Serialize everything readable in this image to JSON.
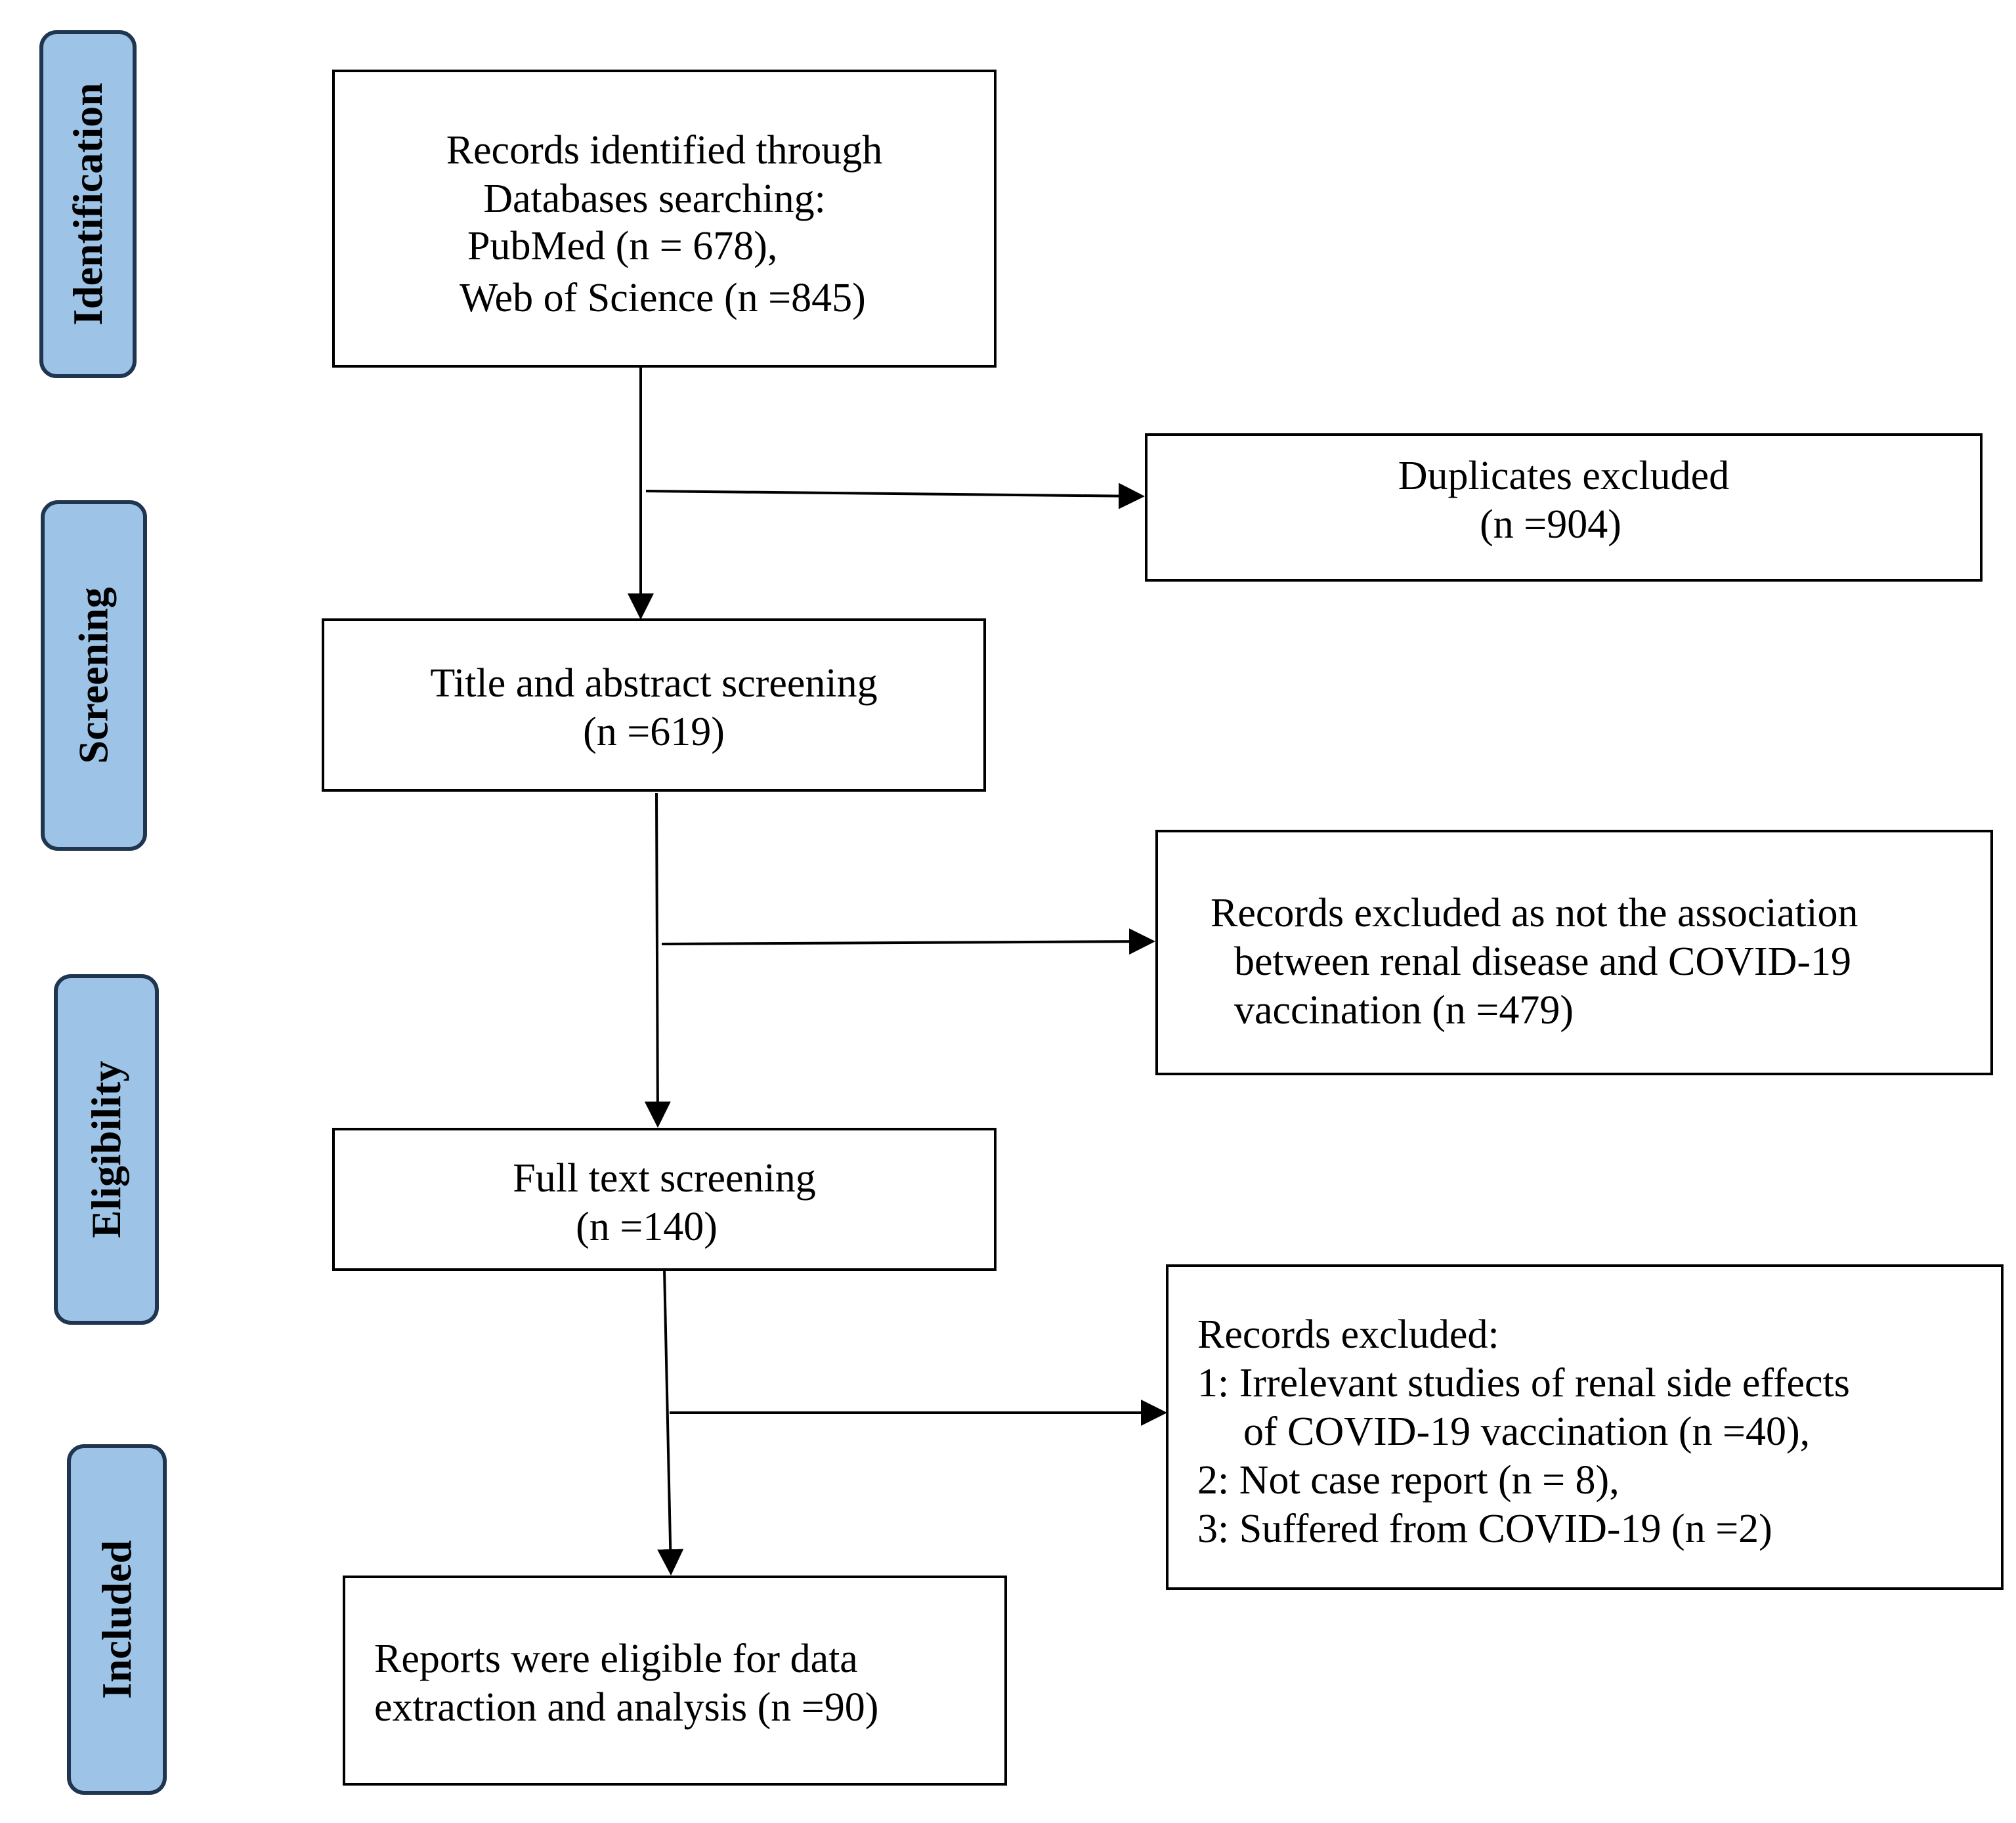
{
  "stages": [
    {
      "id": "identification",
      "label": "Identification"
    },
    {
      "id": "screening",
      "label": "Screening"
    },
    {
      "id": "eligibility",
      "label": "Eligibility"
    },
    {
      "id": "included",
      "label": "Included"
    }
  ],
  "boxes": {
    "records_identified": {
      "lines": [
        "Records identified through",
        "Databases searching:",
        "PubMed (n = 678),",
        "Web of Science (n =845)"
      ]
    },
    "duplicates_excluded": {
      "lines": [
        "Duplicates excluded",
        "(n =904)"
      ]
    },
    "title_abstract": {
      "lines": [
        "Title and abstract screening",
        "(n =619)"
      ]
    },
    "records_excluded_association": {
      "lines": [
        "Records excluded as not the association",
        "between renal disease and COVID-19",
        "vaccination (n =479)"
      ]
    },
    "full_text": {
      "lines": [
        "Full text screening",
        "(n =140)"
      ]
    },
    "records_excluded_reasons": {
      "lines": [
        "Records excluded:",
        "1: Irrelevant studies of renal side effects",
        "of COVID-19 vaccination (n =40),",
        "2: Not case report (n = 8),",
        "3: Suffered from COVID-19 (n =2)"
      ]
    },
    "reports_eligible": {
      "lines": [
        "Reports were eligible for data",
        "extraction and analysis (n =90)"
      ]
    }
  },
  "colors": {
    "stage_fill": "#9dc3e6",
    "stage_border": "#1f3550",
    "box_border": "#000000",
    "arrow": "#000000"
  }
}
